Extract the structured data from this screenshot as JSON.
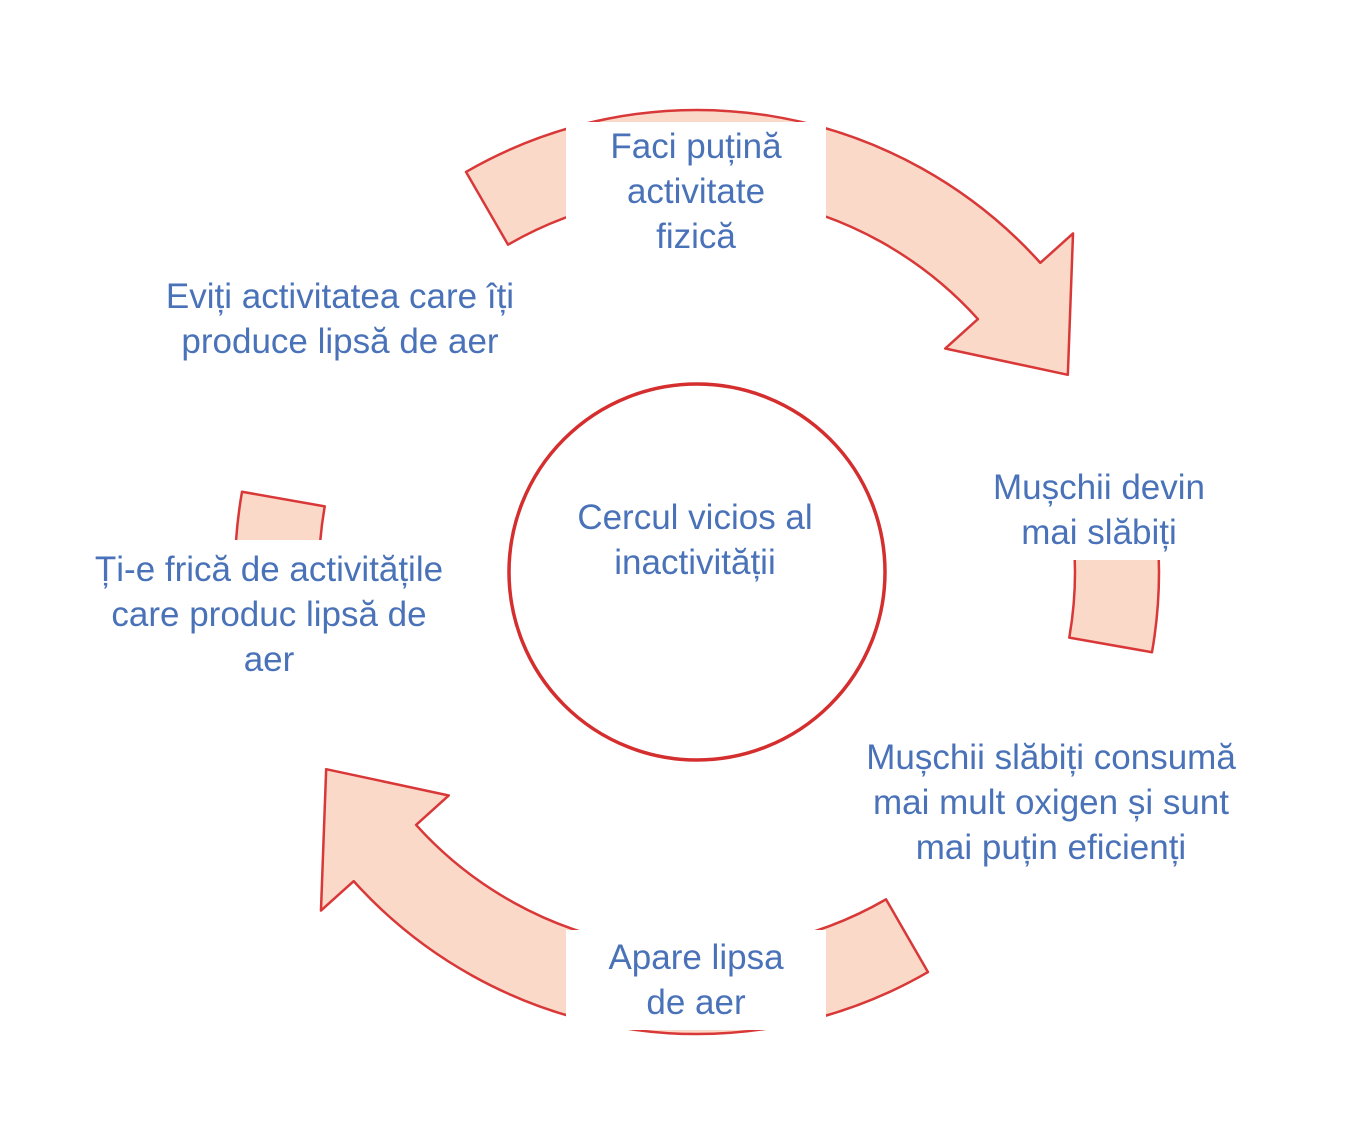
{
  "center": {
    "title": "Cercul vicios al\ninactivității"
  },
  "steps": [
    {
      "text": "Faci puțină\nactivitate\nfizică"
    },
    {
      "text": "Mușchii devin\nmai slăbiți"
    },
    {
      "text": "Mușchii slăbiți consumă\nmai mult oxigen și sunt\nmai puțin eficienți"
    },
    {
      "text": "Apare lipsa\nde aer"
    },
    {
      "text": "Ți-e frică de activitățile\ncare produc lipsă de\naer"
    },
    {
      "text": "Eviți activitatea care îți\nproduce lipsă de aer"
    }
  ],
  "colors": {
    "arrow_fill": "#fad9c9",
    "arrow_stroke": "#d93838",
    "text": "#4a72b8",
    "circle_stroke": "#d42e2e"
  }
}
